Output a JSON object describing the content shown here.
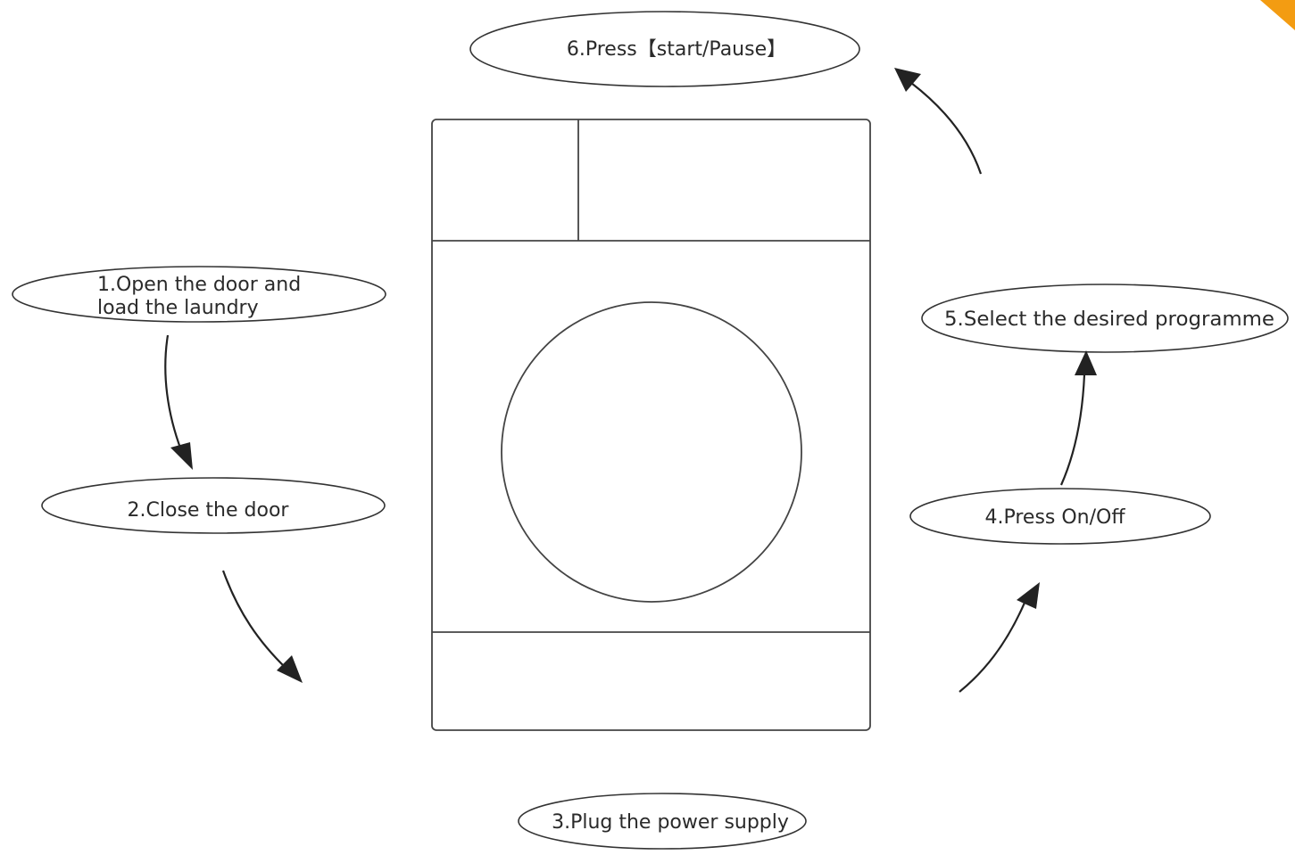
{
  "colors": {
    "accent": "#f39c12",
    "stroke": "#333333",
    "text": "#2a2a2a",
    "background": "#ffffff"
  },
  "steps": [
    {
      "id": "step-1",
      "lines": [
        "1.Open the door and",
        "load the laundry"
      ]
    },
    {
      "id": "step-2",
      "lines": [
        "2.Close the door"
      ]
    },
    {
      "id": "step-3",
      "lines": [
        "3.Plug the power supply"
      ]
    },
    {
      "id": "step-4",
      "lines": [
        "4.Press On/Off"
      ]
    },
    {
      "id": "step-5",
      "lines": [
        "5.Select the desired programme"
      ]
    },
    {
      "id": "step-6",
      "lines": [
        "6.Press【start/Pause】"
      ]
    }
  ]
}
